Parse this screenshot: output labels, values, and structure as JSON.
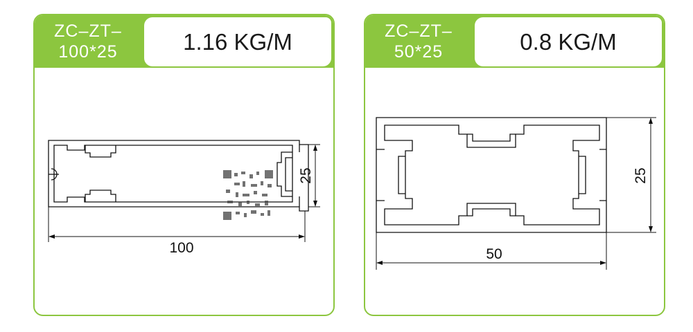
{
  "cards": [
    {
      "code_line1": "ZC–ZT–",
      "code_line2": "100*25",
      "weight": "1.16 KG/M",
      "width_label": "100",
      "height_label": "25"
    },
    {
      "code_line1": "ZC–ZT–",
      "code_line2": "50*25",
      "weight": "0.8 KG/M",
      "width_label": "50",
      "height_label": "25"
    }
  ],
  "colors": {
    "accent": "#8cc63f",
    "line": "#111111"
  }
}
